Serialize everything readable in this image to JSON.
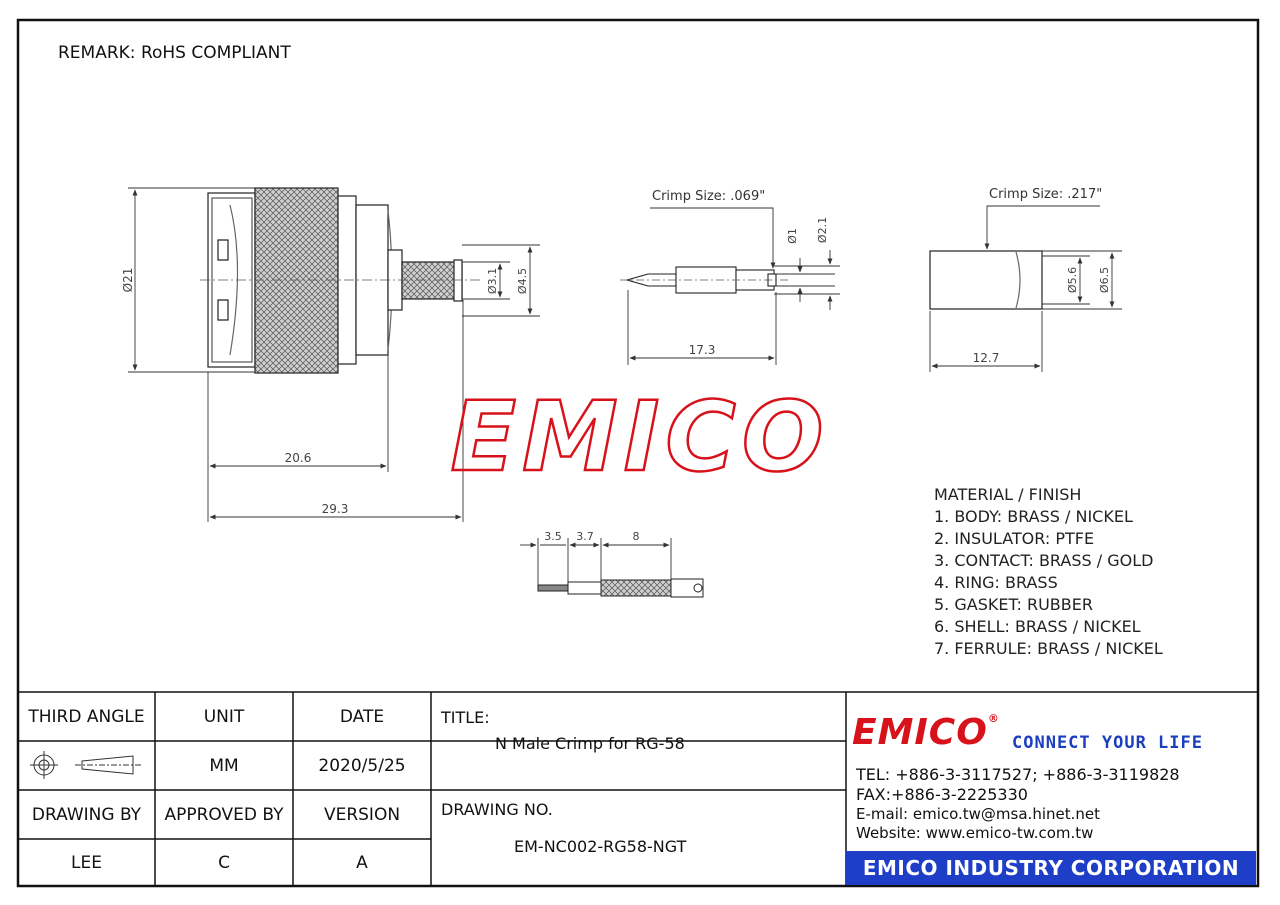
{
  "remark": "REMARK: RoHS COMPLIANT",
  "watermark": "EMICO",
  "dimensions": {
    "body_diameter": "Ø21",
    "ferrule_diameter_small": "Ø3.1",
    "ferrule_diameter_large": "Ø4.5",
    "length_short": "20.6",
    "length_long": "29.3",
    "pin_crimp_size": "Crimp Size: .069\"",
    "pin_diameter_small": "Ø1",
    "pin_diameter_large": "Ø2.1",
    "pin_length": "17.3",
    "ferrule_crimp_size": "Crimp Size: .217\"",
    "ferrule_diameter_inner": "Ø5.6",
    "ferrule_diameter_outer": "Ø6.5",
    "ferrule_length": "12.7",
    "strip_1": "3.5",
    "strip_2": "3.7",
    "strip_3": "8"
  },
  "material": {
    "heading": "MATERIAL / FINISH",
    "items": [
      "1. BODY: BRASS / NICKEL",
      "2. INSULATOR: PTFE",
      "3. CONTACT: BRASS / GOLD",
      "4. RING: BRASS",
      "5. GASKET: RUBBER",
      "6. SHELL: BRASS / NICKEL",
      "7. FERRULE: BRASS / NICKEL"
    ]
  },
  "title_block": {
    "third_angle": "THIRD ANGLE",
    "unit_label": "UNIT",
    "unit_value": "MM",
    "date_label": "DATE",
    "date_value": "2020/5/25",
    "drawing_by_label": "DRAWING BY",
    "drawing_by_value": "LEE",
    "approved_by_label": "APPROVED BY",
    "approved_by_value": "C",
    "version_label": "VERSION",
    "version_value": "A",
    "title_label": "TITLE:",
    "title_value": "N Male Crimp for RG-58",
    "drawing_no_label": "DRAWING NO.",
    "drawing_no_value": "EM-NC002-RG58-NGT"
  },
  "company": {
    "logo": "EMICO",
    "registered": "®",
    "tagline": "CONNECT YOUR LIFE",
    "tel": "TEL: +886-3-3117527; +886-3-3119828",
    "fax": "FAX:+886-3-2225330",
    "email": "E-mail: emico.tw@msa.hinet.net",
    "website": "Website: www.emico-tw.com.tw",
    "name": "EMICO INDUSTRY CORPORATION"
  },
  "colors": {
    "watermark_red": "#d8121a",
    "brand_blue": "#1e3ec8"
  }
}
